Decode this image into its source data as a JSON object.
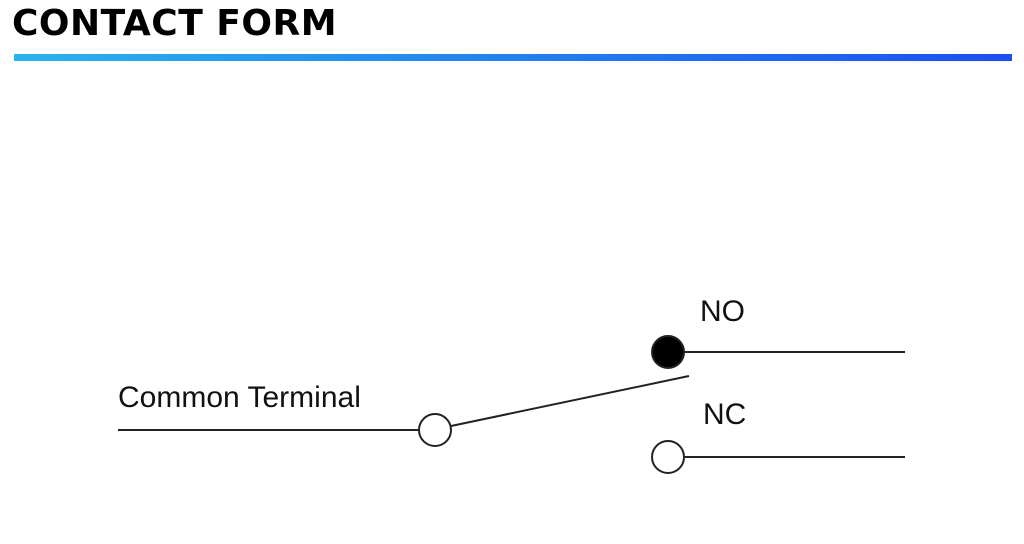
{
  "page": {
    "title": "CONTACT FORM"
  },
  "colors": {
    "title_bar_start": "#2ab2ee",
    "title_bar_end": "#1b4ff0",
    "line": "#222222"
  },
  "diagram": {
    "common_label": "Common Terminal",
    "no_label": "NO",
    "nc_label": "NC"
  }
}
